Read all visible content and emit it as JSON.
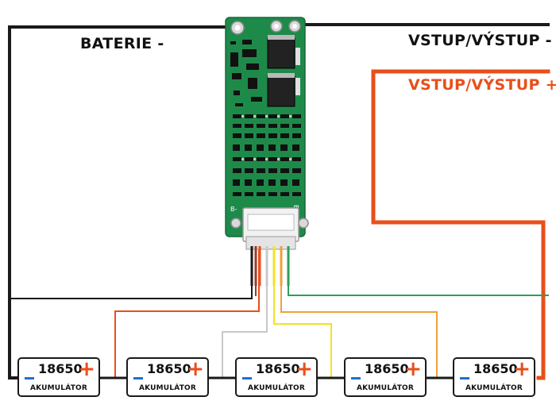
{
  "labels": {
    "battery_minus": "BATERIE -",
    "io_minus": "VSTUP/VÝSTUP -",
    "io_plus": "VSTUP/VÝSTUP +"
  },
  "batteries": [
    {
      "model": "18650",
      "caption": "AKUMULÁTOR"
    },
    {
      "model": "18650",
      "caption": "AKUMULÁTOR"
    },
    {
      "model": "18650",
      "caption": "AKUMULÁTOR"
    },
    {
      "model": "18650",
      "caption": "AKUMULÁTOR"
    },
    {
      "model": "18650",
      "caption": "AKUMULÁTOR"
    }
  ],
  "board_markings": {
    "b_minus": "B-",
    "b_plus": "B+"
  },
  "colors": {
    "black_wire": "#1a1a1a",
    "red_wire": "#e84f1b",
    "brown_wire": "#9b3a2a",
    "gray_wire": "#c8c8c8",
    "yellow_wire": "#f2e224",
    "orange_wire": "#f0a03a",
    "green_wire": "#2e9e5a",
    "pcb_green": "#1e8a4a",
    "accent_blue": "#1f6fd1",
    "accent_orange": "#e84f1b"
  }
}
